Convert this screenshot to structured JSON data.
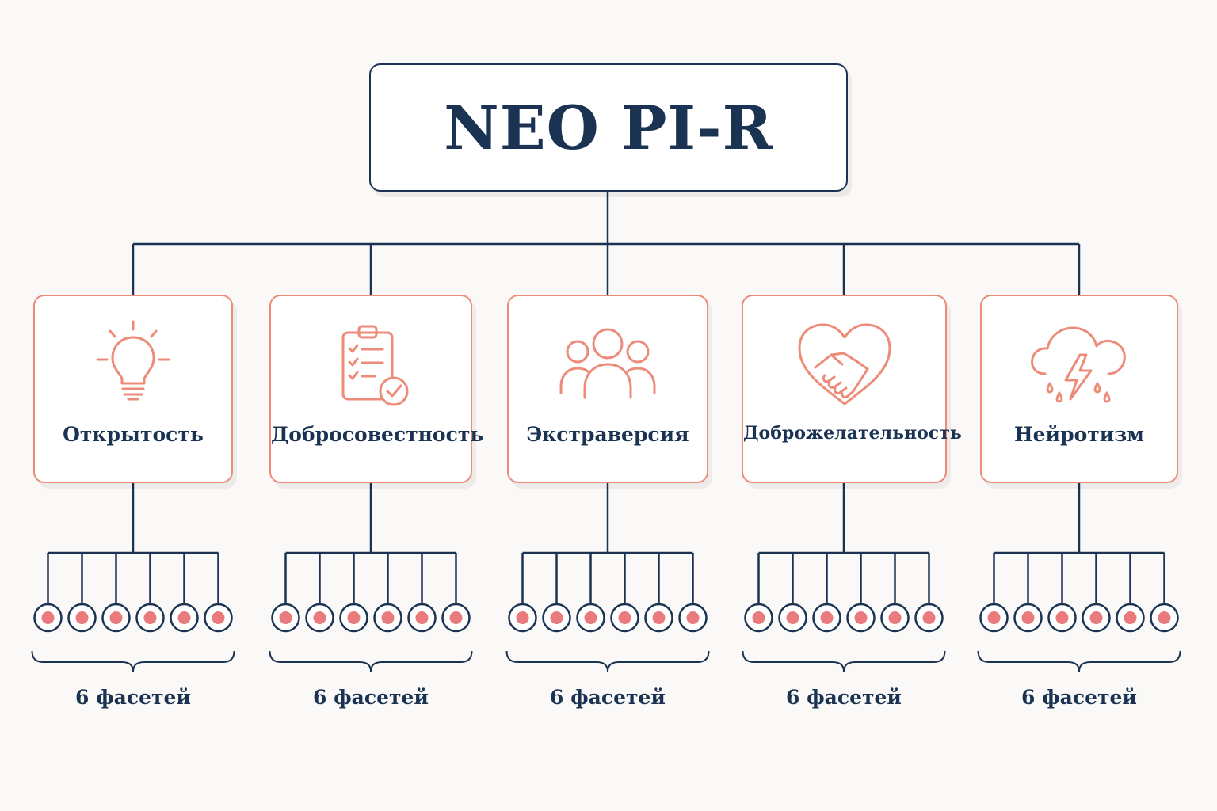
{
  "root": {
    "title": "NEO PI-R"
  },
  "traits": [
    {
      "label": "Открытость",
      "icon": "lightbulb-icon",
      "facets_caption": "6 фасетей",
      "facet_count": 6
    },
    {
      "label": "Добросовестность",
      "icon": "checklist-clipboard-icon",
      "facets_caption": "6 фасетей",
      "facet_count": 6
    },
    {
      "label": "Экстраверсия",
      "icon": "people-group-icon",
      "facets_caption": "6 фасетей",
      "facet_count": 6
    },
    {
      "label": "Доброжелательность",
      "icon": "heart-handshake-icon",
      "facets_caption": "6 фасетей",
      "facet_count": 6
    },
    {
      "label": "Нейротизм",
      "icon": "storm-cloud-icon",
      "facets_caption": "6 фасетей",
      "facet_count": 6
    }
  ],
  "colors": {
    "navy": "#1b3352",
    "coral": "#ec8c78",
    "dot": "#e97a7d",
    "background": "#fbf9f7"
  }
}
